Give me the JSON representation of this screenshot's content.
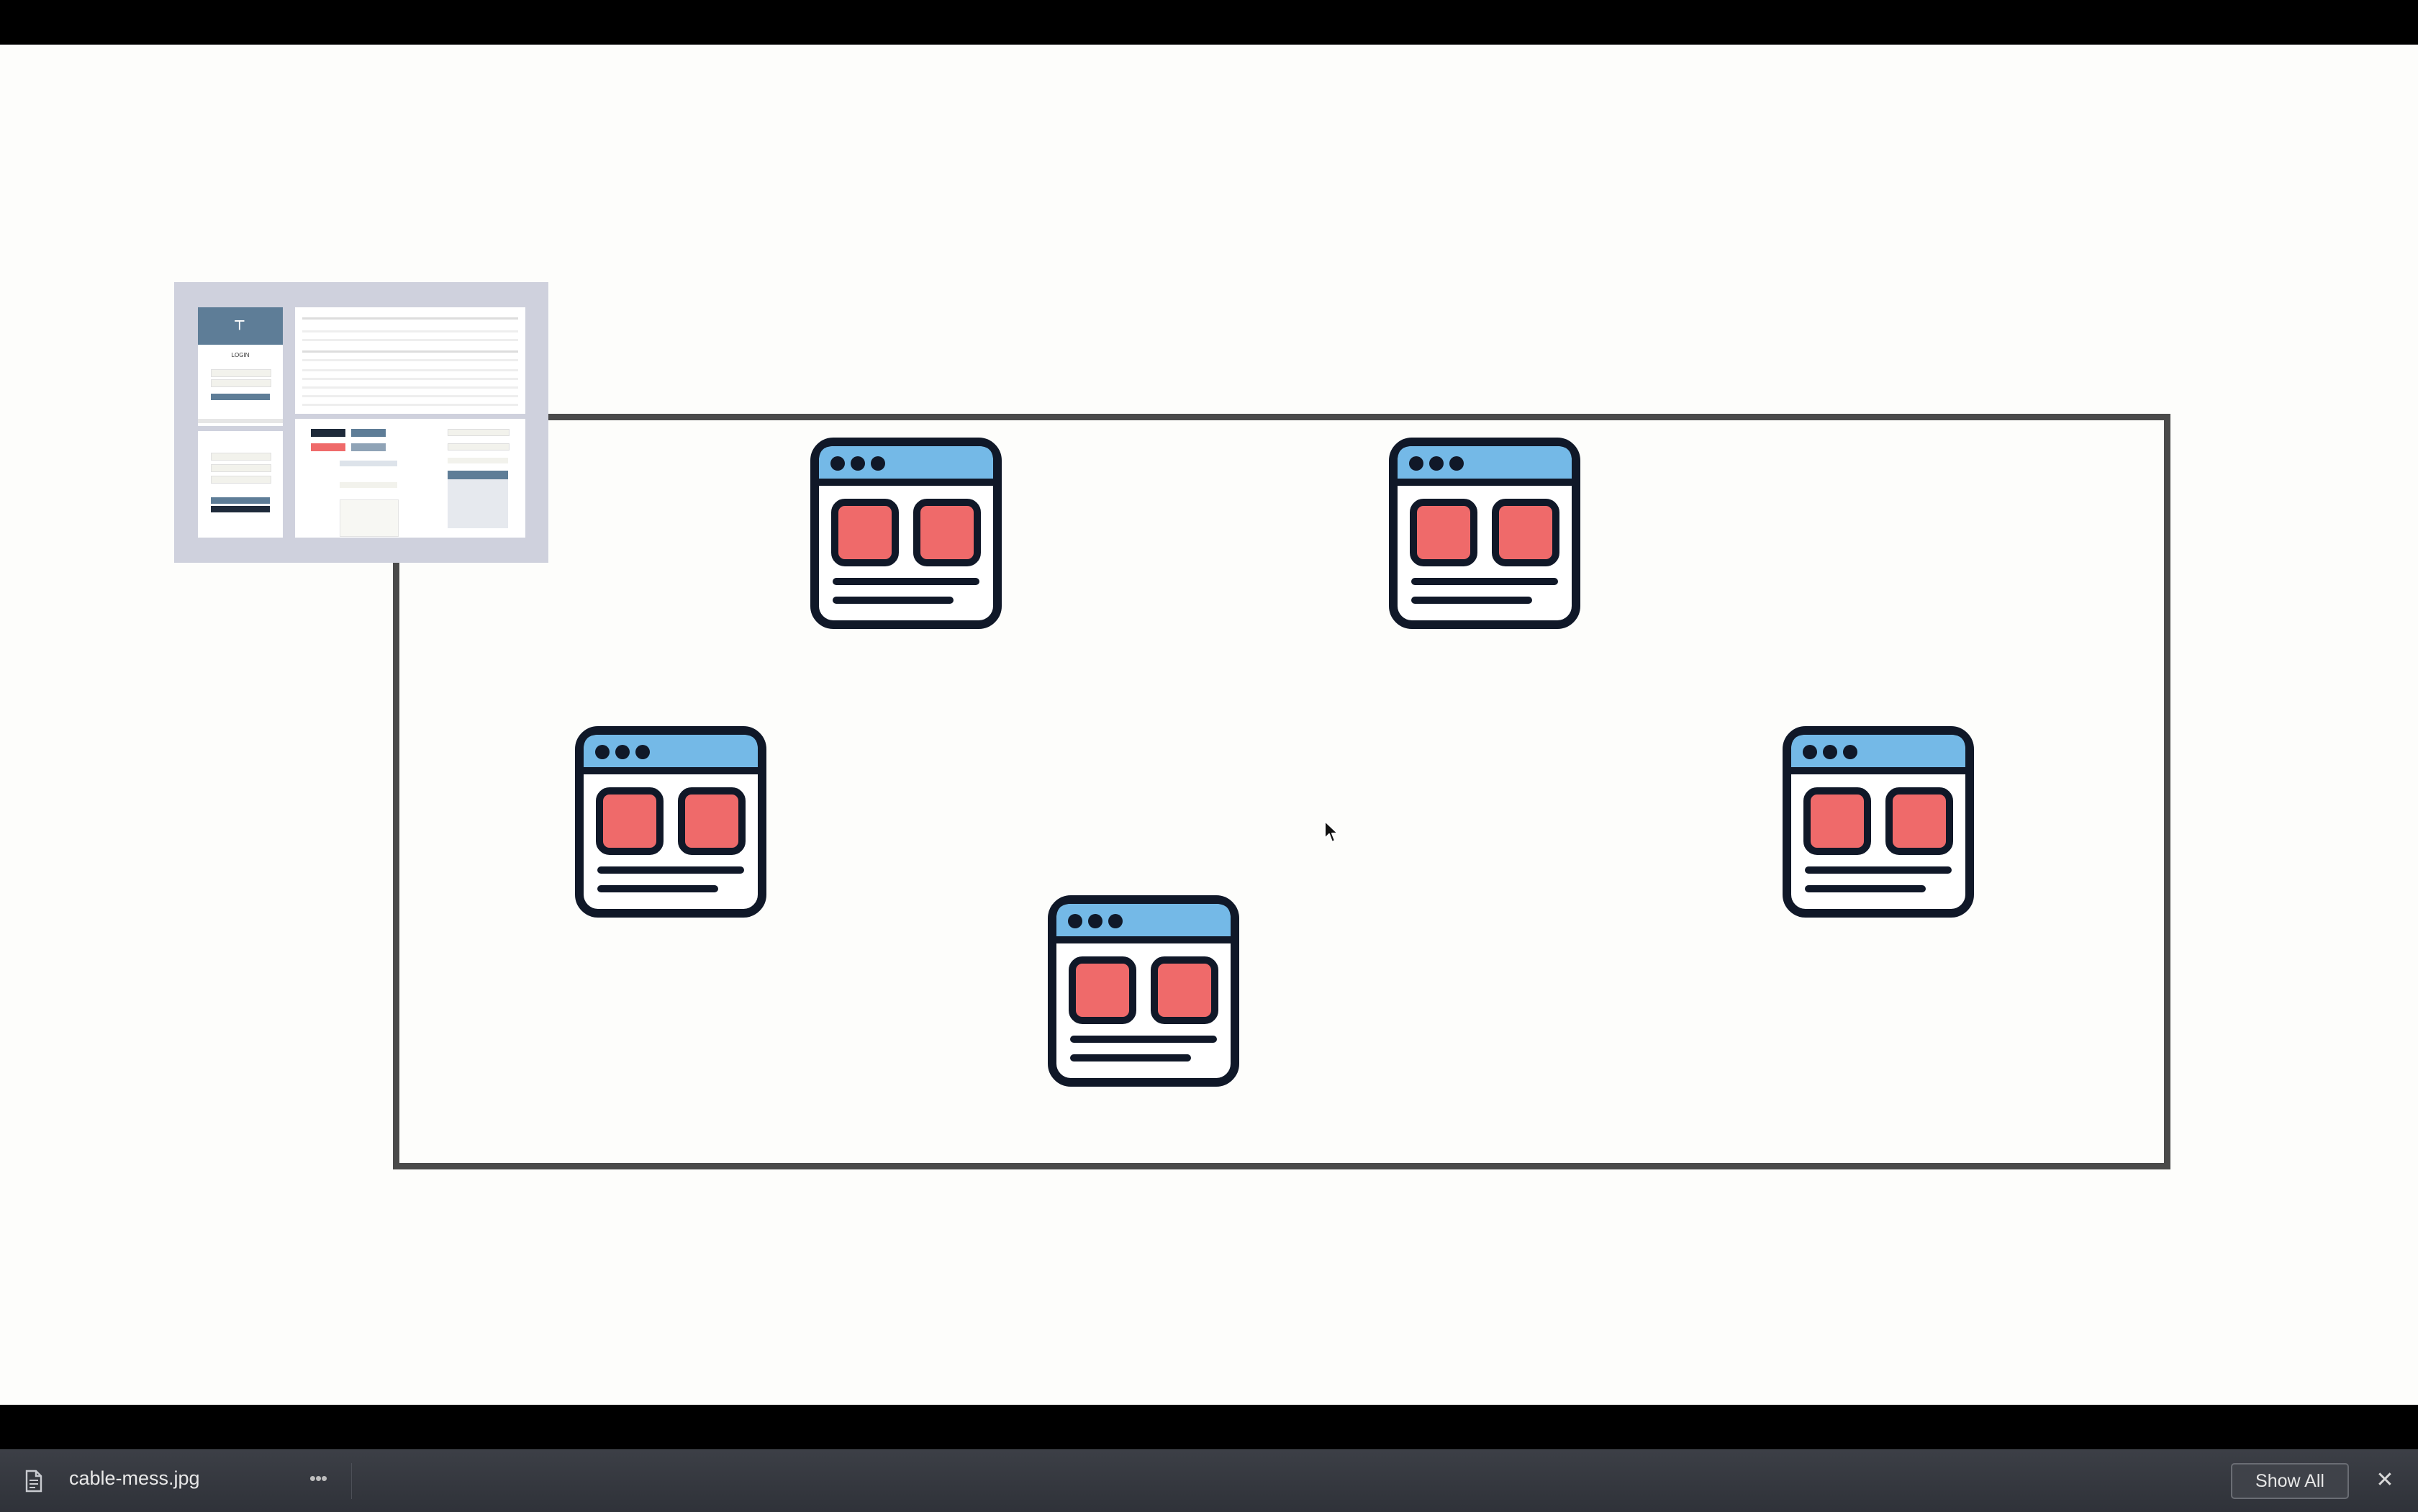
{
  "viewer": {
    "background": "#000000",
    "canvas_background": "#FDFDFB"
  },
  "image": {
    "frame_color": "#4A4A4A",
    "icons": [
      {
        "name": "app-window-icon",
        "colors": {
          "outline": "#101828",
          "titlebar": "#74B9E7",
          "tiles": "#EF6A6A",
          "body": "#FFFFFF"
        }
      },
      {
        "name": "app-window-icon",
        "colors": {
          "outline": "#101828",
          "titlebar": "#74B9E7",
          "tiles": "#EF6A6A",
          "body": "#FFFFFF"
        }
      },
      {
        "name": "app-window-icon",
        "colors": {
          "outline": "#101828",
          "titlebar": "#74B9E7",
          "tiles": "#EF6A6A",
          "body": "#FFFFFF"
        }
      },
      {
        "name": "app-window-icon",
        "colors": {
          "outline": "#101828",
          "titlebar": "#74B9E7",
          "tiles": "#EF6A6A",
          "body": "#FFFFFF"
        }
      },
      {
        "name": "app-window-icon",
        "colors": {
          "outline": "#101828",
          "titlebar": "#74B9E7",
          "tiles": "#EF6A6A",
          "body": "#FFFFFF"
        }
      }
    ],
    "thumbnail": {
      "login_title": "LOGIN"
    }
  },
  "downloads_bar": {
    "file_name": "cable-mess.jpg",
    "file_icon": "document-icon",
    "more_icon": "ellipsis-icon",
    "more_label": "•••",
    "show_all_label": "Show All",
    "close_icon": "close-icon",
    "close_label": "✕"
  }
}
